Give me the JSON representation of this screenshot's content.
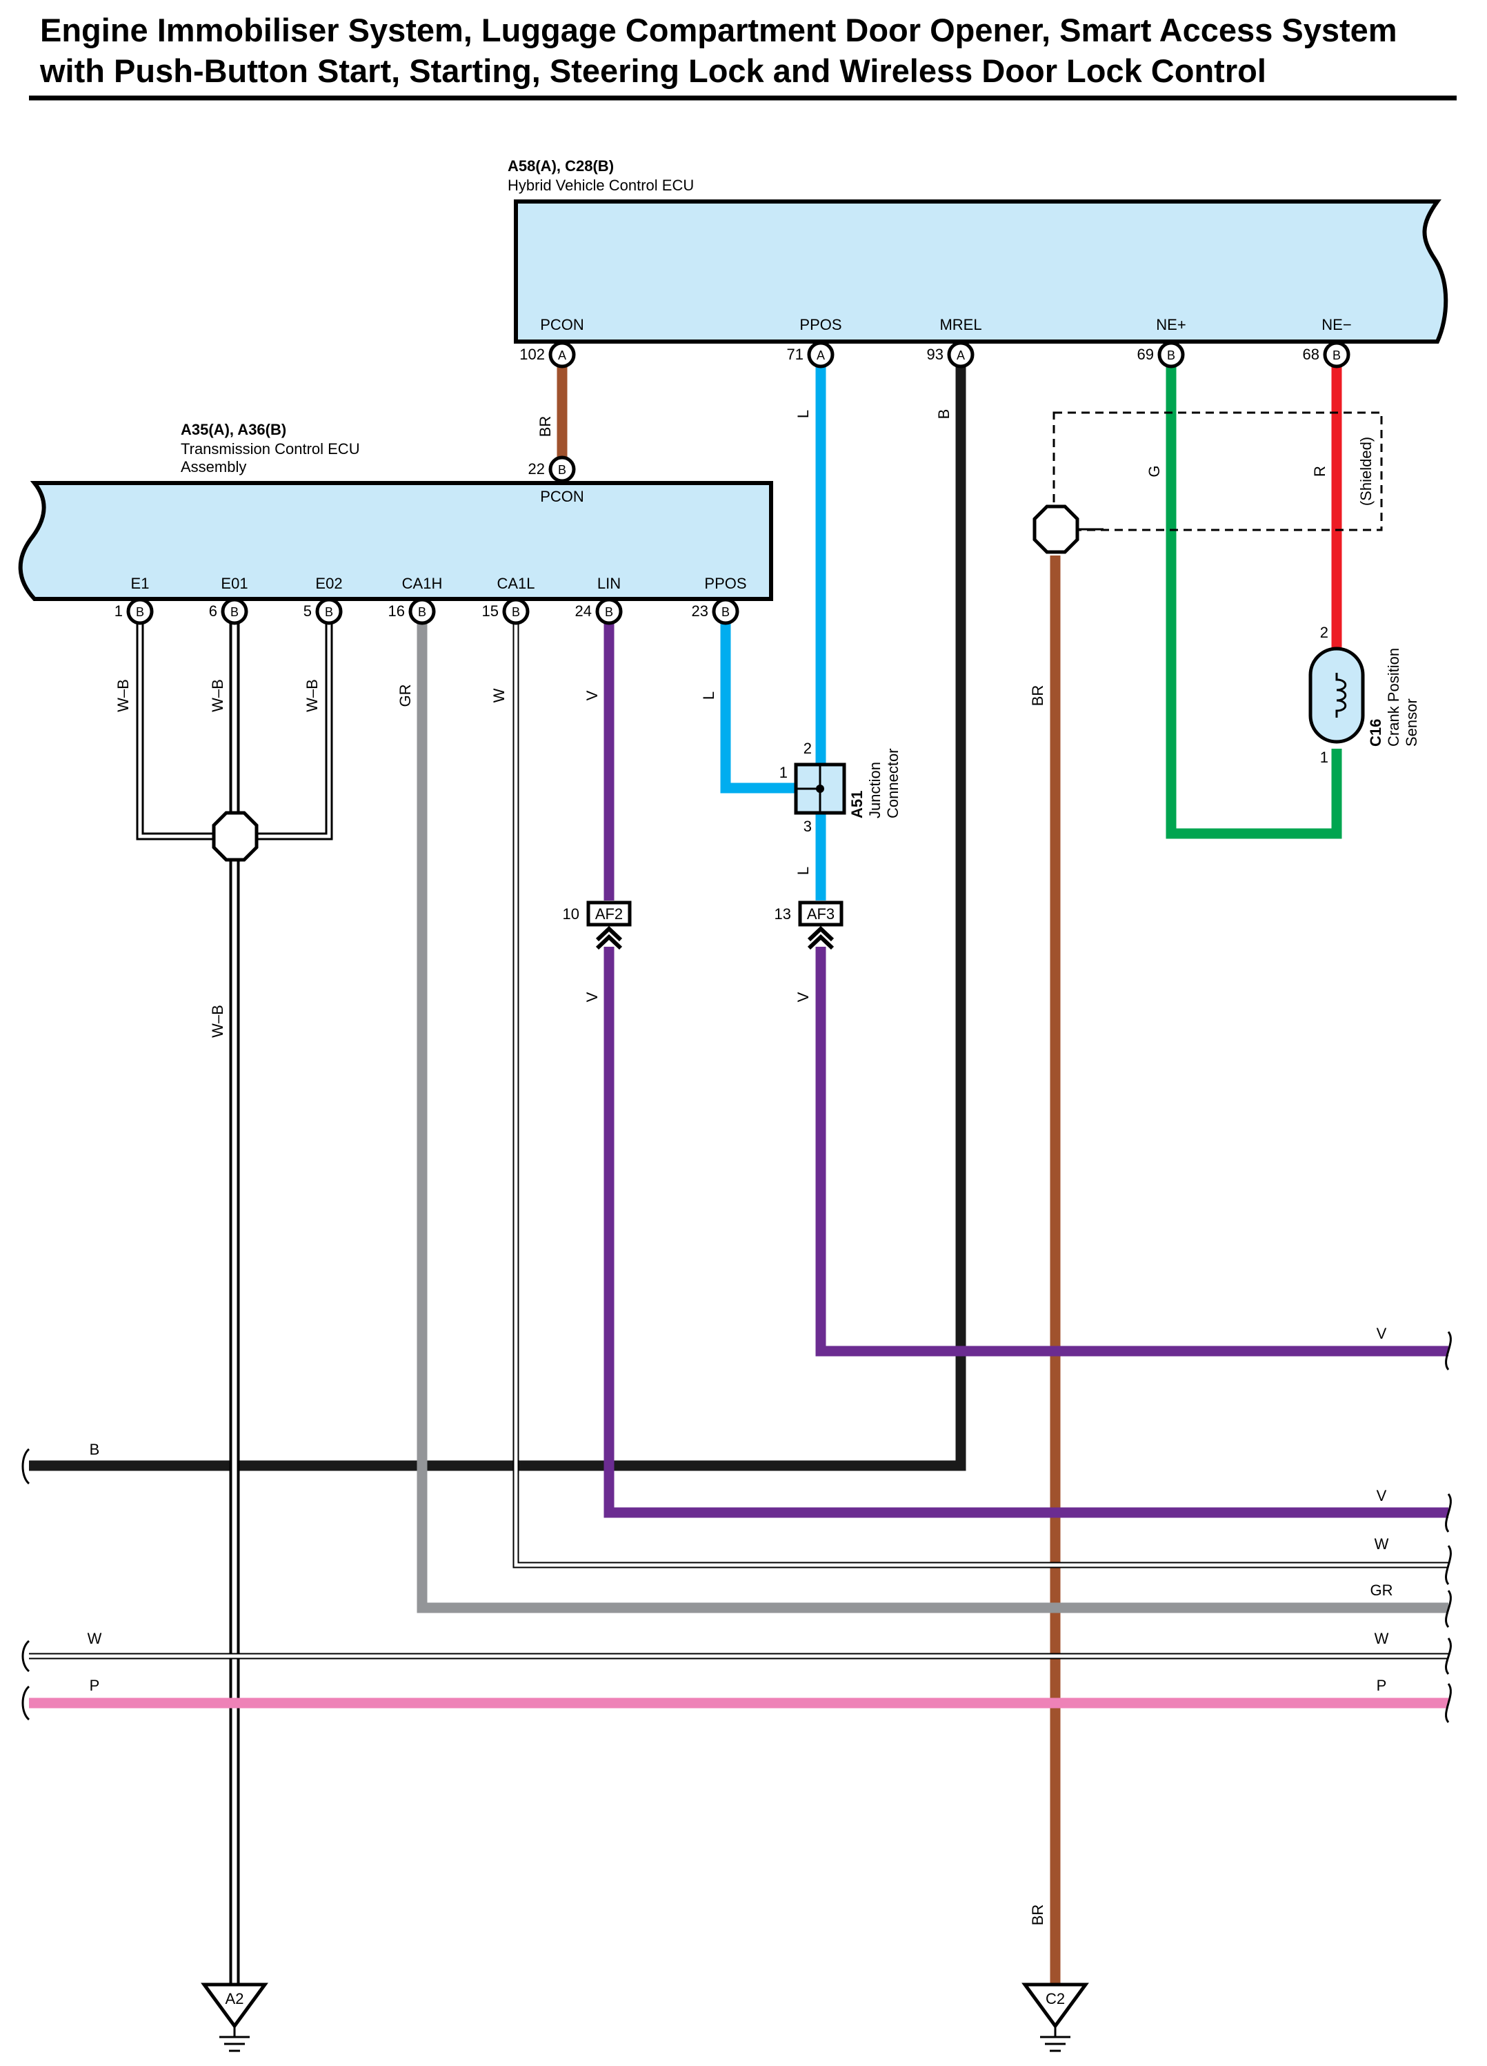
{
  "header": {
    "title_line1": "Engine Immobiliser System, Luggage Compartment Door Opener, Smart Access System",
    "title_line2": "with Push-Button Start, Starting, Steering Lock and Wireless Door Lock Control"
  },
  "colors": {
    "ecu_fill": "#c9e9f9",
    "wire_BR": "#a0522d",
    "wire_L": "#00adef",
    "wire_B": "#1a1a1a",
    "wire_G": "#00a550",
    "wire_R": "#ed1c24",
    "wire_V": "#6b2c91",
    "wire_GR": "#939598",
    "wire_P": "#ee82b7",
    "wire_W": "#ffffff"
  },
  "hv_ecu": {
    "code": "A58(A), C28(B)",
    "name": "Hybrid Vehicle Control ECU",
    "pins": [
      {
        "label": "PCON",
        "num": "102",
        "conn": "A"
      },
      {
        "label": "PPOS",
        "num": "71",
        "conn": "A"
      },
      {
        "label": "MREL",
        "num": "93",
        "conn": "A"
      },
      {
        "label": "NE+",
        "num": "69",
        "conn": "B"
      },
      {
        "label": "NE−",
        "num": "68",
        "conn": "B"
      }
    ]
  },
  "tcu": {
    "code": "A35(A), A36(B)",
    "name1": "Transmission Control ECU",
    "name2": "Assembly",
    "top_pin": {
      "label": "PCON",
      "num": "22",
      "conn": "B"
    },
    "pins": [
      {
        "label": "E1",
        "num": "1",
        "conn": "B"
      },
      {
        "label": "E01",
        "num": "6",
        "conn": "B"
      },
      {
        "label": "E02",
        "num": "5",
        "conn": "B"
      },
      {
        "label": "CA1H",
        "num": "16",
        "conn": "B"
      },
      {
        "label": "CA1L",
        "num": "15",
        "conn": "B"
      },
      {
        "label": "LIN",
        "num": "24",
        "conn": "B"
      },
      {
        "label": "PPOS",
        "num": "23",
        "conn": "B"
      }
    ]
  },
  "wire_labels": {
    "pcon": "BR",
    "ppos_hv": "L",
    "mrel": "B",
    "nep": "G",
    "nem": "R",
    "shielded": "(Shielded)",
    "e1": "W–B",
    "e01": "W–B",
    "e02": "W–B",
    "ca1h": "GR",
    "ca1l": "W",
    "lin": "V",
    "ppos_tcu": "L",
    "a51_lower": "L",
    "brown_main": "BR",
    "ground_a2": "W–B",
    "af2_below": "V",
    "af3_below": "V",
    "brown_bottom": "BR"
  },
  "junction": {
    "code": "A51",
    "name1": "Junction",
    "name2": "Connector",
    "pins": [
      "1",
      "2",
      "3"
    ]
  },
  "sensor": {
    "code": "C16",
    "name1": "Crank Position",
    "name2": "Sensor",
    "pins": [
      "2",
      "1"
    ]
  },
  "connectors": {
    "af2": {
      "label": "AF2",
      "pin": "10"
    },
    "af3": {
      "label": "AF3",
      "pin": "13"
    }
  },
  "bus_lines": [
    {
      "label": "V"
    },
    {
      "label": "B"
    },
    {
      "label": "V"
    },
    {
      "label": "W"
    },
    {
      "label": "GR"
    },
    {
      "label": "W"
    },
    {
      "label": "W"
    },
    {
      "label": "P"
    },
    {
      "label": "P"
    }
  ],
  "grounds": [
    {
      "label": "A2"
    },
    {
      "label": "C2"
    }
  ]
}
